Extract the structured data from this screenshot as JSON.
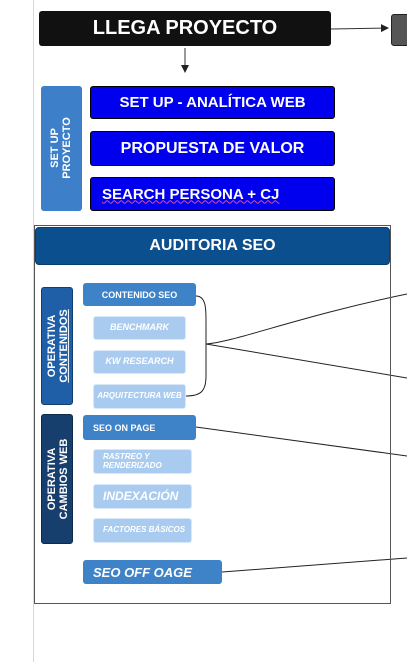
{
  "title": "LLEGA PROYECTO",
  "setup": {
    "side_label_line1": "SET UP",
    "side_label_line2": "PROYECTO",
    "items": [
      "SET UP - ANALÍTICA WEB",
      "PROPUESTA DE VALOR",
      "SEARCH PERSONA + CJ"
    ]
  },
  "audit": {
    "header": "AUDITORIA SEO",
    "contenidos": {
      "side_label_line1": "OPERATIVA",
      "side_label_line2": "CONTENIDOS",
      "main": "CONTENIDO SEO",
      "subs": [
        "BENCHMARK",
        "KW RESEARCH",
        "ARQUITECTURA WEB"
      ]
    },
    "cambios_web": {
      "side_label_line1": "OPERATIVA",
      "side_label_line2": "CAMBIOS WEB",
      "main": "SEO ON PAGE",
      "subs": [
        "RASTREO Y RENDERIZADO",
        "INDEXACIÓN",
        "FACTORES BÁSICOS"
      ]
    },
    "seo_off": "SEO OFF OAGE"
  },
  "colors": {
    "title_bg": "#111111",
    "setup_blue": "#0000ee",
    "side_blue": "#3d7fc9",
    "header_blue": "#0b4f8f",
    "mid_blue": "#3e83c8",
    "light_blue": "#a9cbef"
  }
}
